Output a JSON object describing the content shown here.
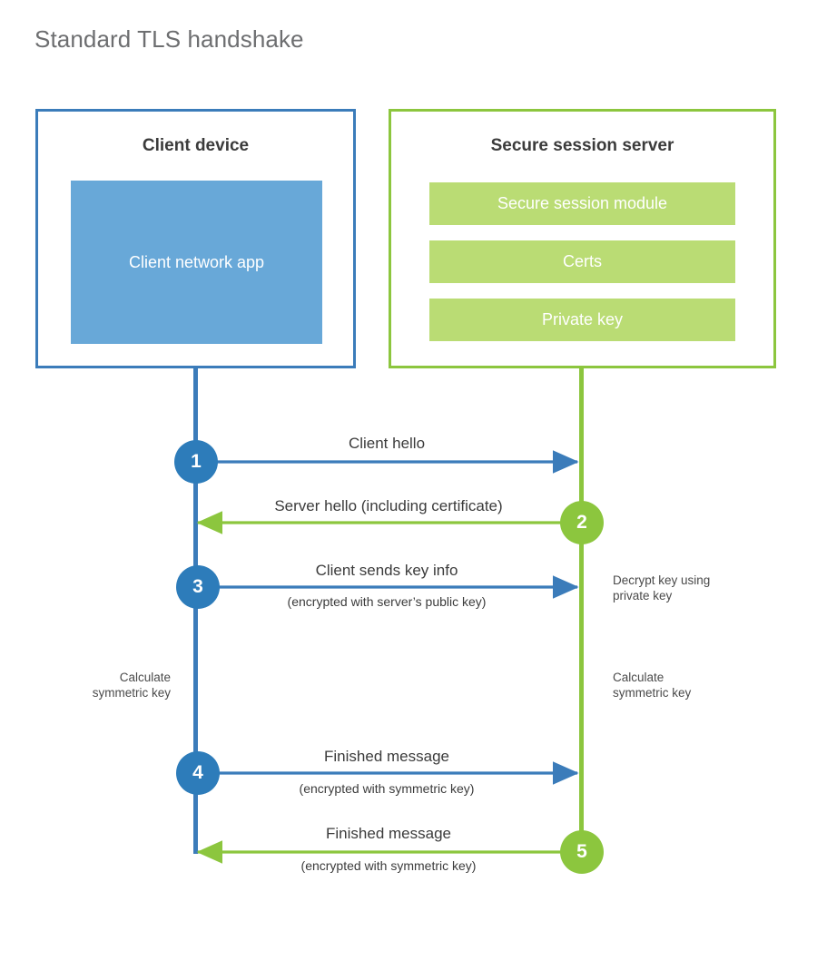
{
  "page": {
    "title": "Standard TLS handshake",
    "background": "#ffffff"
  },
  "colors": {
    "client_blue": "#3b7cba",
    "client_app_blue": "#68a8d8",
    "server_green": "#8cc63e",
    "server_bar_green": "#badc74",
    "title_gray": "#6d6e70",
    "text_dark": "#3b3b3b"
  },
  "client": {
    "title": "Client device",
    "app_label": "Client network app"
  },
  "server": {
    "title": "Secure session server",
    "components": [
      {
        "label": "Secure session module"
      },
      {
        "label": "Certs"
      },
      {
        "label": "Private key"
      }
    ]
  },
  "steps": [
    {
      "number": "1",
      "label": "Client hello",
      "sublabel": "",
      "direction": "client-to-server",
      "color": "#3b7cba"
    },
    {
      "number": "2",
      "label": "Server hello (including certificate)",
      "sublabel": "",
      "direction": "server-to-client",
      "color": "#8cc63e"
    },
    {
      "number": "3",
      "label": "Client sends key info",
      "sublabel": "(encrypted with server’s public key)",
      "direction": "client-to-server",
      "color": "#3b7cba"
    },
    {
      "number": "4",
      "label": "Finished message",
      "sublabel": "(encrypted with symmetric key)",
      "direction": "client-to-server",
      "color": "#3b7cba"
    },
    {
      "number": "5",
      "label": "Finished message",
      "sublabel": "(encrypted with symmetric key)",
      "direction": "server-to-client",
      "color": "#8cc63e"
    }
  ],
  "notes": {
    "decrypt_key": "Decrypt key using\nprivate key",
    "calculate_symmetric_key_client": "Calculate\nsymmetric key",
    "calculate_symmetric_key_server": "Calculate\nsymmetric key"
  }
}
